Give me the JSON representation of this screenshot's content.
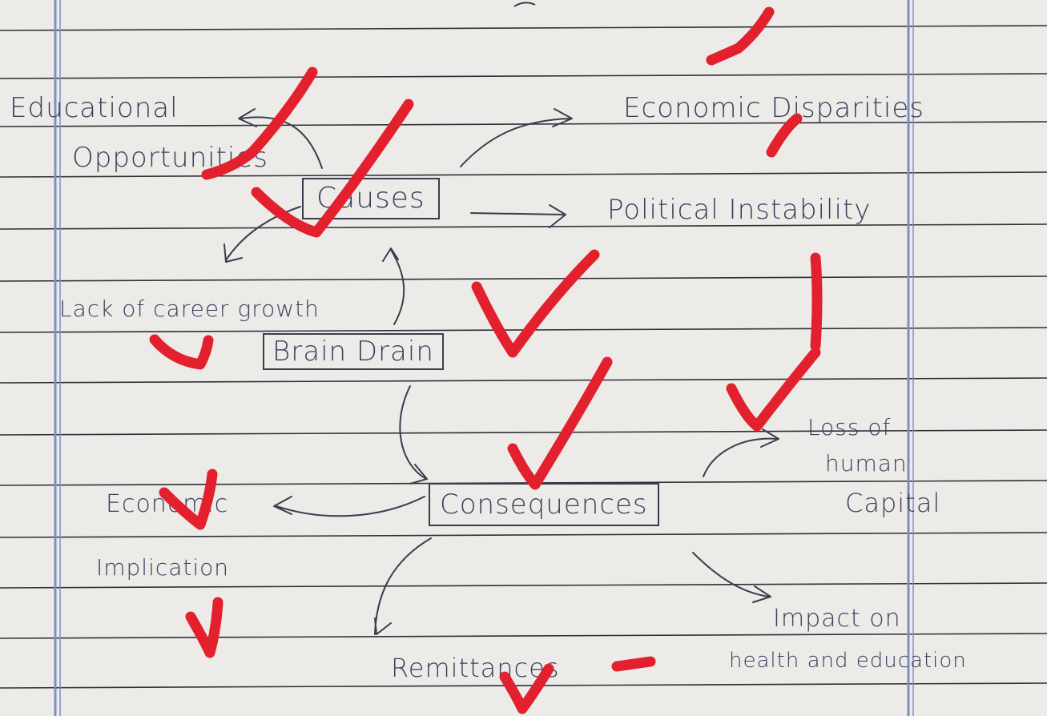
{
  "diagram": {
    "center_node": "Brain   Drain",
    "causes_node": "Causes",
    "consequences_node": "Consequences",
    "causes": [
      "Educational",
      "Opportunities",
      "Economic Disparities",
      "Political Instability",
      "Lack of career growth"
    ],
    "consequences": [
      "Economic",
      "Implication",
      "Loss of",
      "human",
      "Capital",
      "Impact on",
      "health and education",
      "Remittances"
    ]
  },
  "colors": {
    "paper": "#ecebe8",
    "ruled_line": "#2f2f39",
    "margin_line": "#7d8fc4",
    "ink": "#3b3d5c",
    "correction_marks": "#e3202d"
  }
}
